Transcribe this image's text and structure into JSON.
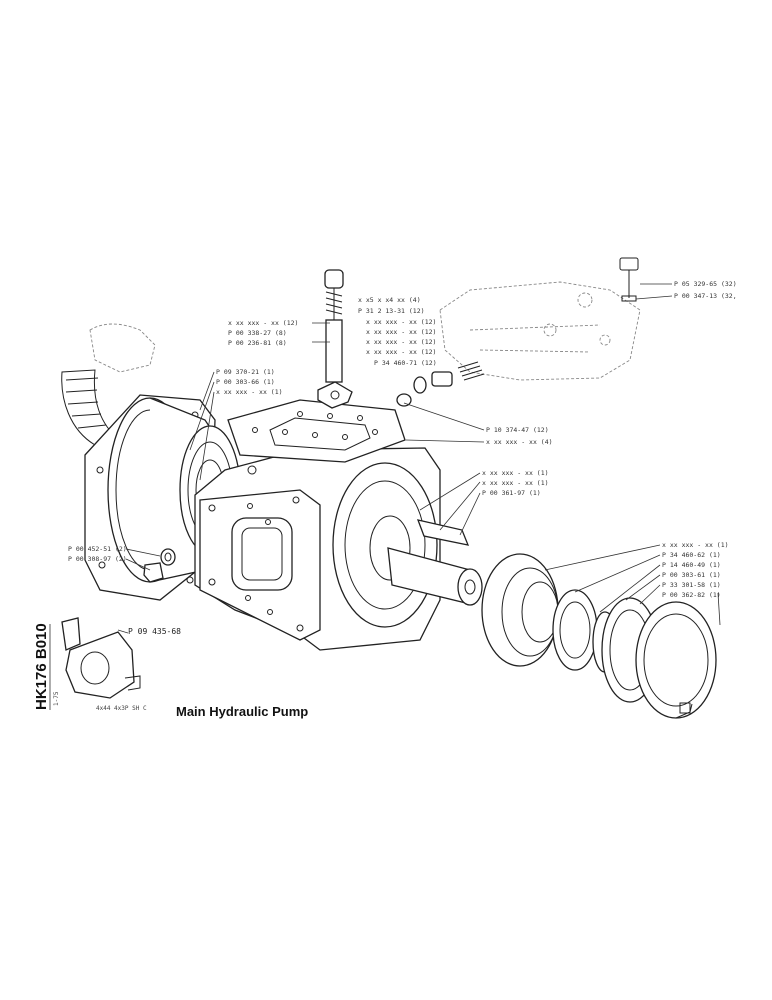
{
  "title": "Main Hydraulic Pump",
  "side_code": "HK176 B010",
  "side_small": "1-75",
  "footer_note": "4x44   4x3P  SH C",
  "inset_label": "P 09 435-68",
  "labels": [
    {
      "id": "l1",
      "text": "P 05 329-65 (32)"
    },
    {
      "id": "l2",
      "text": "P 00 347-13 (32,"
    },
    {
      "id": "l3",
      "text": "x x5 x x4   xx (4)"
    },
    {
      "id": "l4",
      "text": "P 31 2 13-31 (12)"
    },
    {
      "id": "l5",
      "text": "x  xx  xxx - xx (12)"
    },
    {
      "id": "l6",
      "text": "x  xx  xxx - xx (12)"
    },
    {
      "id": "l7",
      "text": "x  xx  xxx - xx (12)"
    },
    {
      "id": "l8",
      "text": "x  xx  xxx - xx (12)"
    },
    {
      "id": "l9",
      "text": "P  34 460-71 (12)"
    },
    {
      "id": "l10",
      "text": "x  xx  xxx -  xx (12)"
    },
    {
      "id": "l11",
      "text": "P 00 338-27 (8)"
    },
    {
      "id": "l12",
      "text": "P 00 236-81 (8)"
    },
    {
      "id": "l13",
      "text": "P 09 370-21 (1)"
    },
    {
      "id": "l14",
      "text": "P 00 303-66 (1)"
    },
    {
      "id": "l15",
      "text": "x  xx  xxx - xx (1)"
    },
    {
      "id": "l16",
      "text": "P 10 374-47 (12)"
    },
    {
      "id": "l17",
      "text": "x  xx  xxx - xx (4)"
    },
    {
      "id": "l18",
      "text": "x  xx  xxx - xx (1)"
    },
    {
      "id": "l19",
      "text": "x  xx  xxx - xx (1)"
    },
    {
      "id": "l20",
      "text": "P 00 361-97 (1)"
    },
    {
      "id": "l21",
      "text": "P 00 452-51 (2)"
    },
    {
      "id": "l22",
      "text": "P 00 308-97 (2)"
    },
    {
      "id": "l23",
      "text": "x  xx  xxx - xx (1)"
    },
    {
      "id": "l24",
      "text": "P 34 460-62 (1)"
    },
    {
      "id": "l25",
      "text": "P 14 460-49 (1)"
    },
    {
      "id": "l26",
      "text": "P 00 303-61 (1)"
    },
    {
      "id": "l27",
      "text": "P 33 301-58 (1)"
    },
    {
      "id": "l28",
      "text": "P 00 362-82 (1)"
    }
  ]
}
